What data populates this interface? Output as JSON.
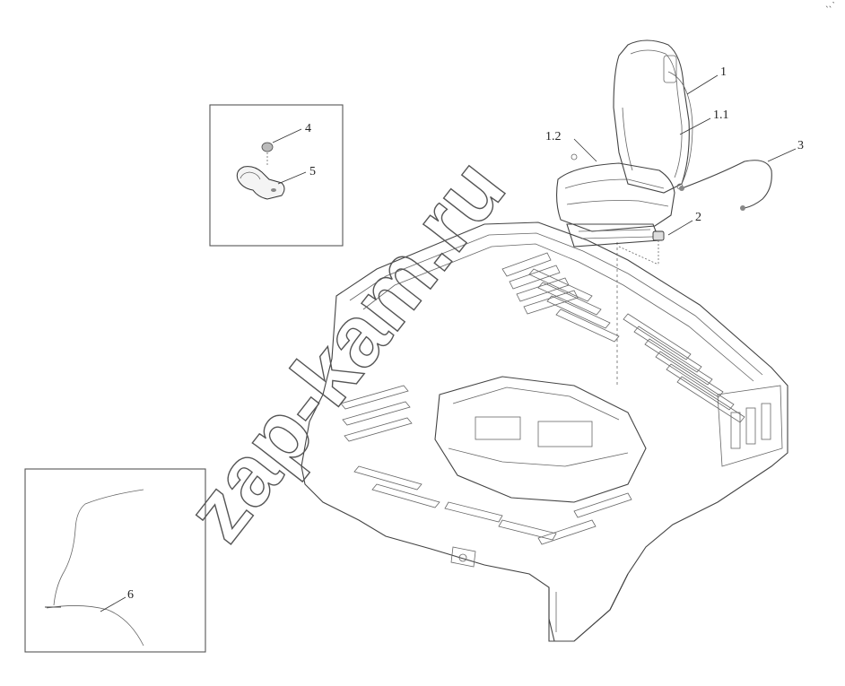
{
  "callouts": {
    "c1": "1",
    "c1_1": "1.1",
    "c1_2": "1.2",
    "c2": "2",
    "c3": "3",
    "c4": "4",
    "c5": "5",
    "c6": "6"
  },
  "watermark": "zap-kam.ru",
  "corner_mark": "˴˴ˋ",
  "colors": {
    "line": "#333333",
    "background": "#ffffff",
    "watermark": "#555555"
  }
}
